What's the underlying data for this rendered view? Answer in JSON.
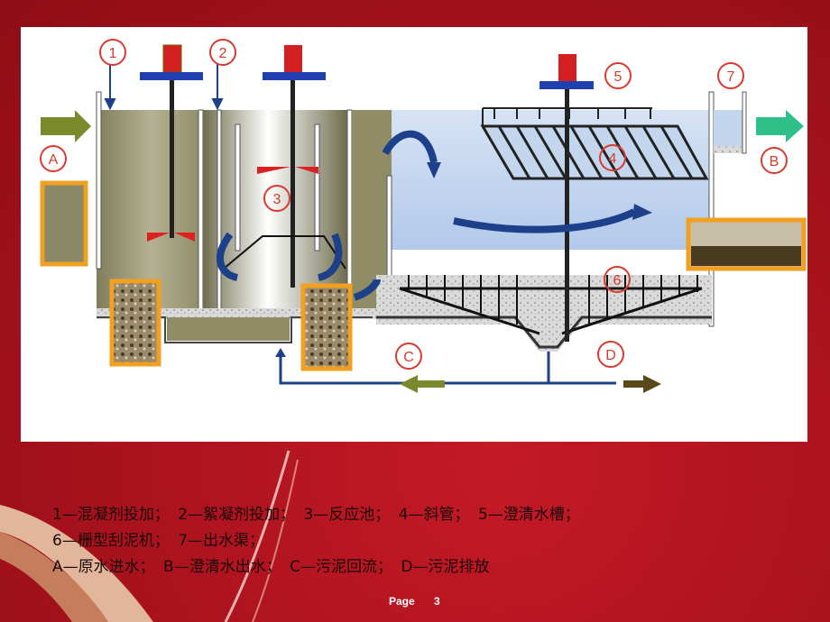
{
  "markers": {
    "m1": "1",
    "m2": "2",
    "m3": "3",
    "m4": "4",
    "m5": "5",
    "m6": "6",
    "m7": "7",
    "A": "A",
    "B": "B",
    "C": "C",
    "D": "D"
  },
  "legend": {
    "line1": [
      "1—混凝剂投加；",
      "2—絮凝剂投加；",
      "3—反应池；",
      "4—斜管；",
      "5—澄清水槽；"
    ],
    "line2": [
      "6—栅型刮泥机；",
      "7—出水渠；"
    ],
    "line3": [
      "A—原水进水；",
      "B—澄清水出水；",
      "C—污泥回流；",
      "D—污泥排放"
    ]
  },
  "footer": {
    "page_label": "Page",
    "page_number": "3"
  },
  "colors": {
    "background": "#a8121d",
    "water": "#c4d6ee",
    "mixing": "#8a8a6a",
    "arrow_green": "#7a8a2a",
    "flow_blue": "#1e3f8a",
    "marker_red": "#d93a2e",
    "photo_frame": "#f2a022"
  }
}
